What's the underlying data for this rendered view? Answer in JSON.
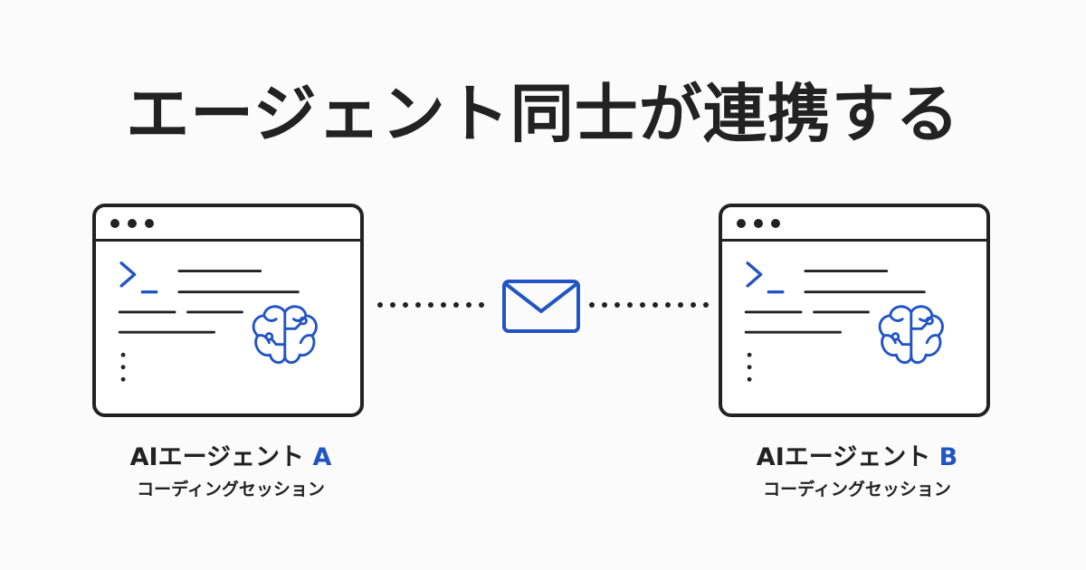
{
  "title": "エージェント同士が連携する",
  "agents": [
    {
      "name_prefix": "AIエージェント ",
      "name_letter": "A",
      "subtitle": "コーディングセッション"
    },
    {
      "name_prefix": "AIエージェント ",
      "name_letter": "B",
      "subtitle": "コーディングセッション"
    }
  ],
  "colors": {
    "accent": "#2255c4",
    "ink": "#222222",
    "background": "#fbfbfb"
  },
  "icons": [
    "terminal-prompt-icon",
    "brain-circuit-icon",
    "envelope-icon"
  ]
}
